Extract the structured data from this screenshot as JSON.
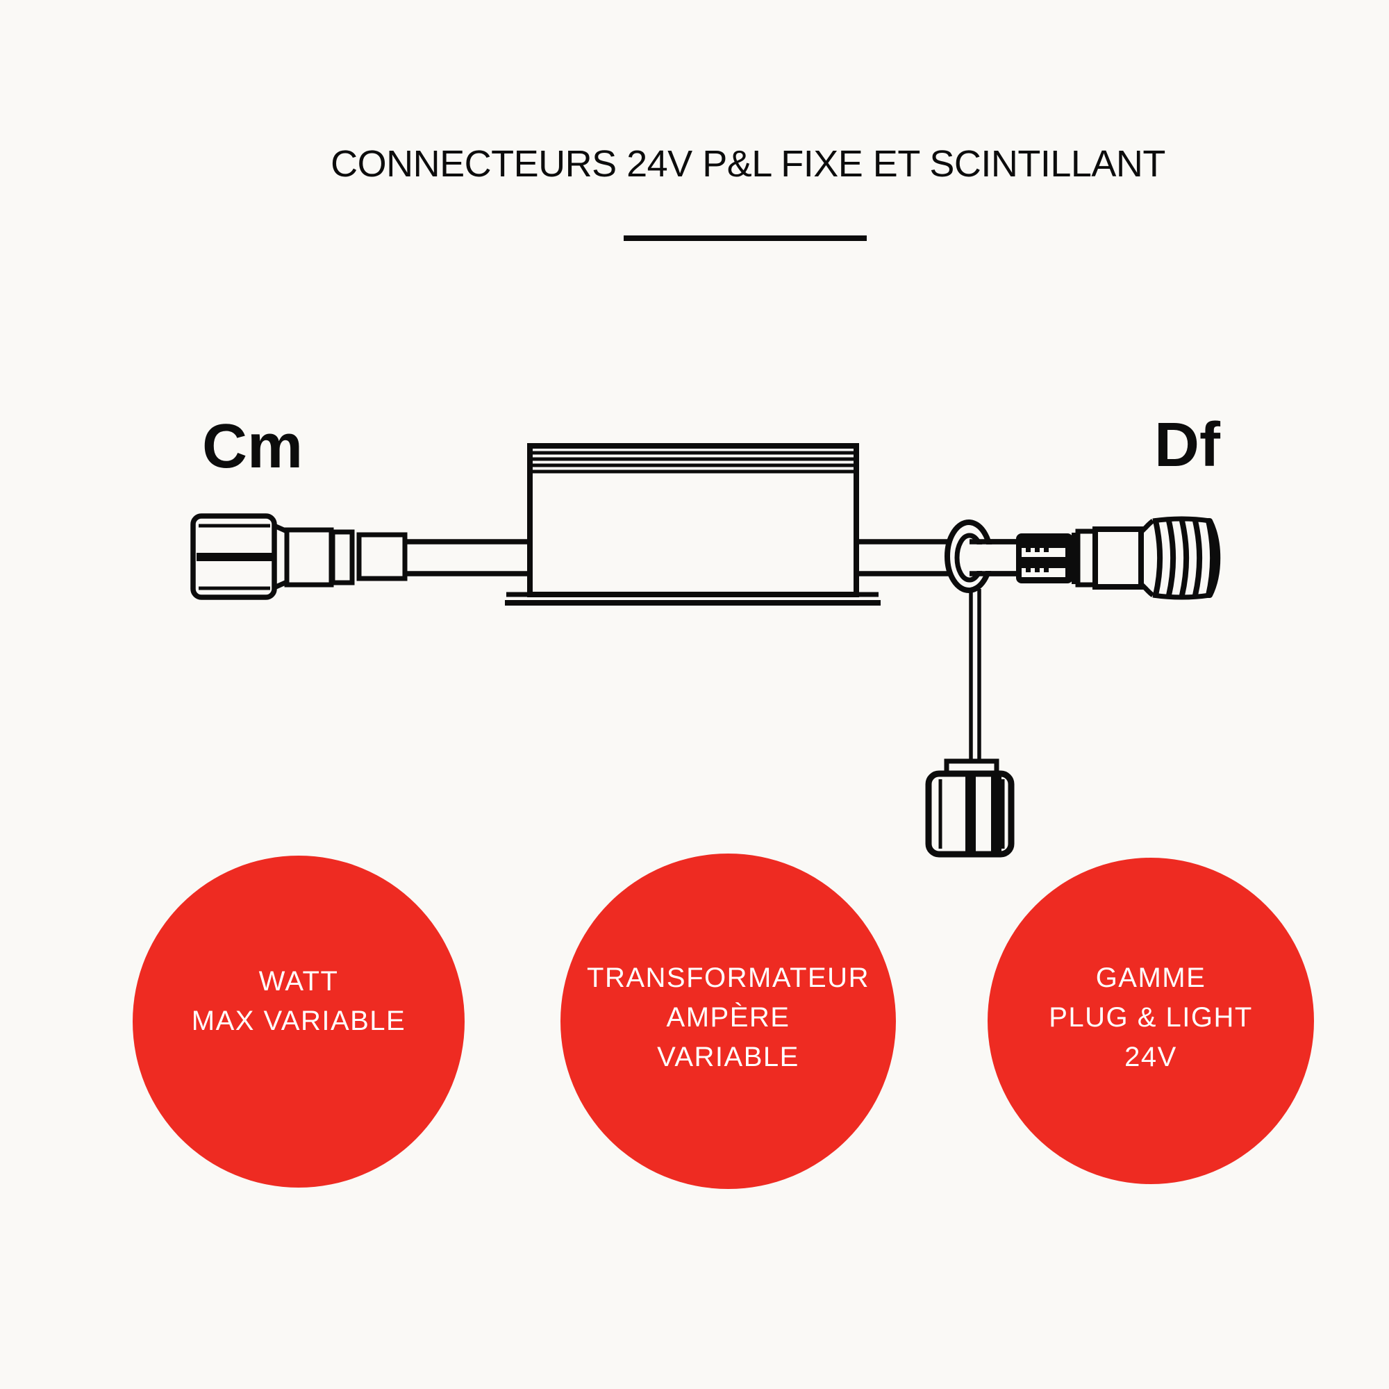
{
  "colors": {
    "background": "#FAF9F6",
    "ink": "#0C0C0C",
    "red": "#EE2B22",
    "text_on_red": "#FFFFFF"
  },
  "header": {
    "title": "CONNECTEURS 24V P&L FIXE ET SCINTILLANT"
  },
  "diagram": {
    "left_connector_label": "Cm",
    "right_connector_label": "Df"
  },
  "badges": [
    {
      "id": "watt",
      "lines": [
        "WATT",
        "MAX VARIABLE"
      ]
    },
    {
      "id": "transformateur",
      "lines": [
        "TRANSFORMATEUR",
        "AMPÈRE",
        "VARIABLE"
      ]
    },
    {
      "id": "gamme",
      "lines": [
        "GAMME",
        "PLUG & LIGHT",
        "24V"
      ]
    }
  ]
}
